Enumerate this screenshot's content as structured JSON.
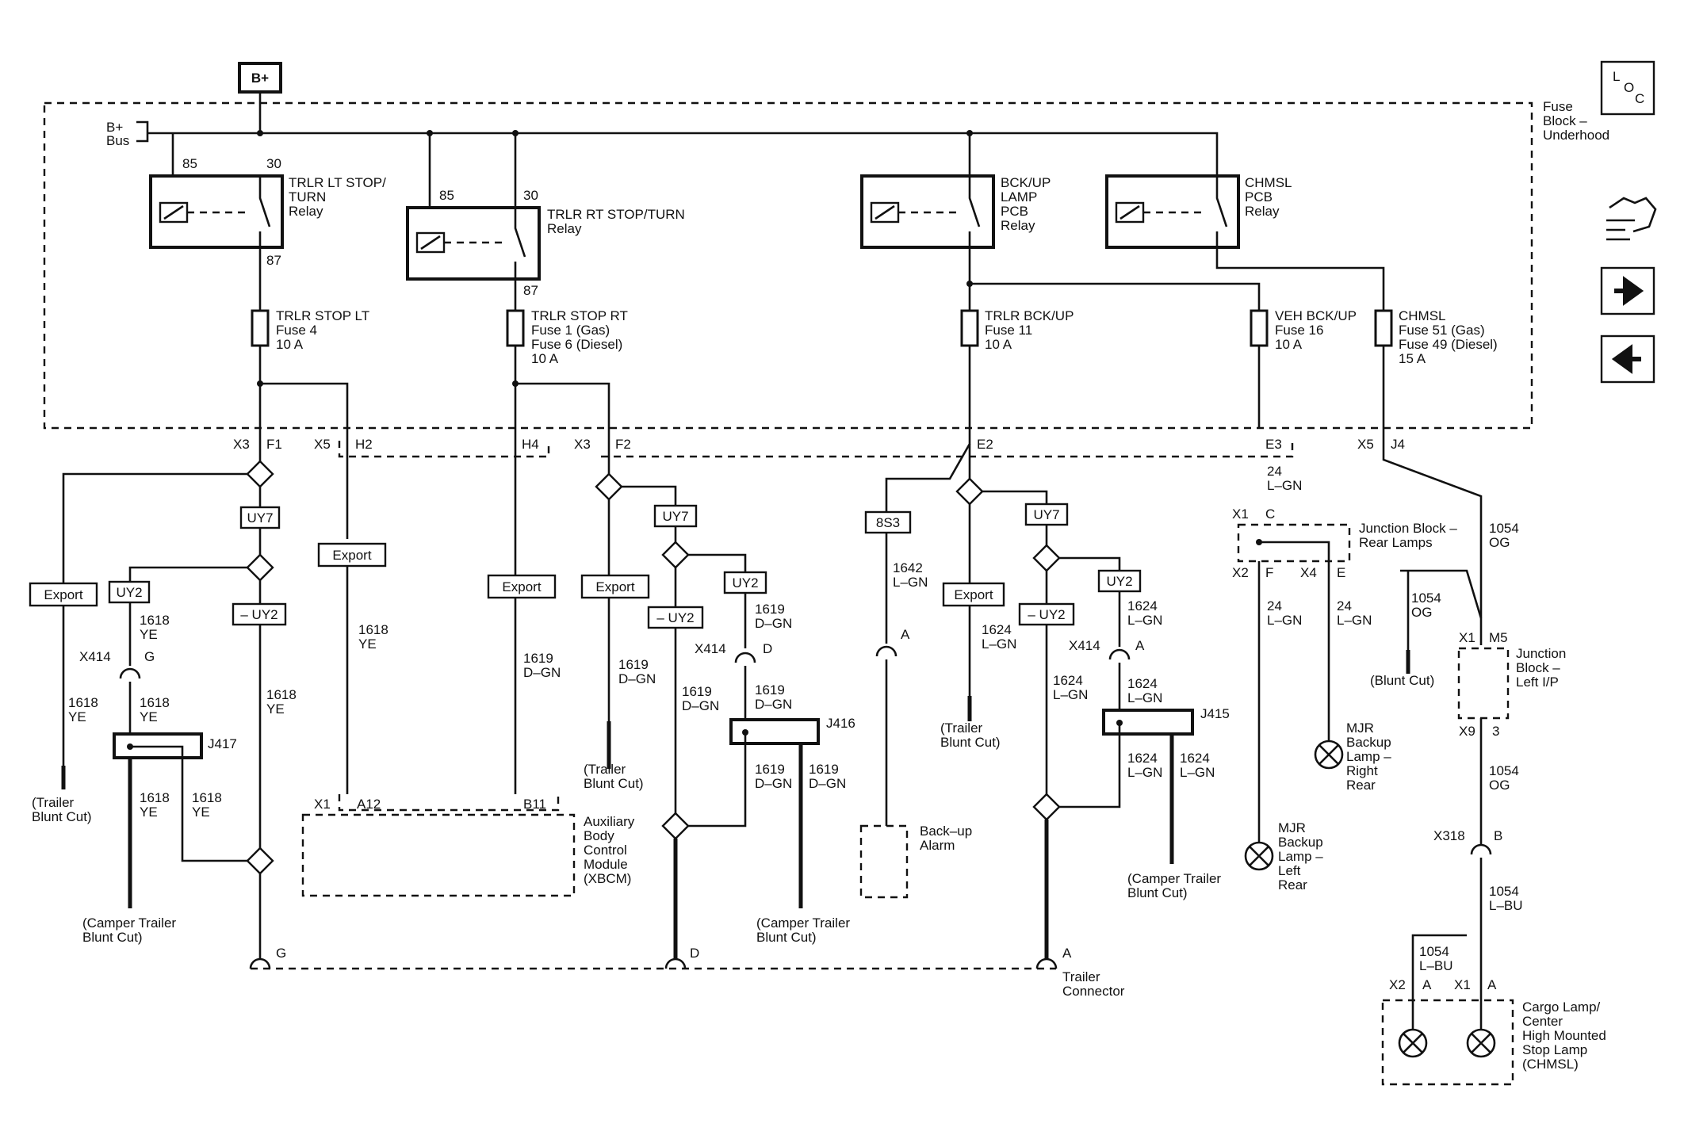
{
  "power": {
    "source": "B+",
    "bus": [
      "B+",
      "Bus"
    ]
  },
  "loc": [
    "L",
    "O",
    "C"
  ],
  "fuse_block": [
    "Fuse",
    "Block –",
    "Underhood"
  ],
  "relays": [
    {
      "lines": [
        "TRLR LT STOP/",
        "TURN",
        "Relay"
      ],
      "pins": [
        "85",
        "30",
        "87"
      ]
    },
    {
      "lines": [
        "TRLR RT STOP/TURN",
        "Relay"
      ],
      "pins": [
        "85",
        "30",
        "87"
      ]
    },
    {
      "lines": [
        "BCK/UP",
        "LAMP",
        "PCB",
        "Relay"
      ]
    },
    {
      "lines": [
        "CHMSL",
        "PCB",
        "Relay"
      ]
    }
  ],
  "fuses": [
    {
      "lines": [
        "TRLR STOP LT",
        "Fuse 4",
        "10 A"
      ]
    },
    {
      "lines": [
        "TRLR STOP RT",
        "Fuse 1 (Gas)",
        "Fuse 6 (Diesel)",
        "10 A"
      ]
    },
    {
      "lines": [
        "TRLR BCK/UP",
        "Fuse 11",
        "10 A"
      ]
    },
    {
      "lines": [
        "VEH BCK/UP",
        "Fuse 16",
        "10 A"
      ]
    },
    {
      "lines": [
        "CHMSL",
        "Fuse 51 (Gas)",
        "Fuse 49 (Diesel)",
        "15 A"
      ]
    }
  ],
  "connector_labels": {
    "x3": "X3",
    "f1": "F1",
    "x5": "X5",
    "h2": "H2",
    "h4": "H4",
    "x3b": "X3",
    "f2": "F2",
    "e2": "E2",
    "e3": "E3",
    "x5b": "X5",
    "j4": "J4"
  },
  "options": {
    "uy7": "UY7",
    "uy2": "UY2",
    "not_uy2": "– UY2",
    "export": "Export",
    "s8s3": "8S3"
  },
  "wires": {
    "w1618": "1618",
    "ye": "YE",
    "w1619": "1619",
    "dgn": "D–GN",
    "w1642": "1642",
    "w1624": "1624",
    "lgn": "L–GN",
    "w24": "24",
    "w1054": "1054",
    "og": "OG",
    "lbu": "L–BU"
  },
  "inline_connectors": {
    "x414": "X414",
    "g": "G",
    "d": "D",
    "a": "A",
    "x318": "X318",
    "b": "B"
  },
  "splices": {
    "j417": "J417",
    "j416": "J416",
    "j415": "J415"
  },
  "blunt_cut": {
    "trailer": [
      "(Trailer",
      "Blunt Cut)"
    ],
    "camper": [
      "(Camper Trailer",
      "Blunt Cut)"
    ],
    "blunt": "(Blunt Cut)"
  },
  "xbcm": {
    "lines": [
      "Auxiliary",
      "Body",
      "Control",
      "Module",
      "(XBCM)"
    ],
    "x1": "X1",
    "a12": "A12",
    "b11": "B11"
  },
  "alarm": [
    "Back–up",
    "Alarm"
  ],
  "trailer_connector": {
    "lines": [
      "Trailer",
      "Connector"
    ],
    "g": "G",
    "d": "D",
    "a": "A"
  },
  "jb_rear": {
    "lines": [
      "Junction Block –",
      "Rear Lamps"
    ],
    "x1": "X1",
    "c": "C",
    "x2": "X2",
    "f": "F",
    "x4": "X4",
    "e": "E"
  },
  "jb_ip": {
    "lines": [
      "Junction",
      "Block –",
      "Left I/P"
    ],
    "x1": "X1",
    "m5": "M5",
    "x9": "X9",
    "p3": "3"
  },
  "lamps": {
    "right": [
      "MJR",
      "Backup",
      "Lamp –",
      "Right",
      "Rear"
    ],
    "left": [
      "MJR",
      "Backup",
      "Lamp –",
      "Left",
      "Rear"
    ]
  },
  "cargo": {
    "lines": [
      "Cargo Lamp/",
      "Center",
      "High Mounted",
      "Stop Lamp",
      "(CHMSL)"
    ],
    "x2": "X2",
    "x1": "X1",
    "a": "A"
  }
}
